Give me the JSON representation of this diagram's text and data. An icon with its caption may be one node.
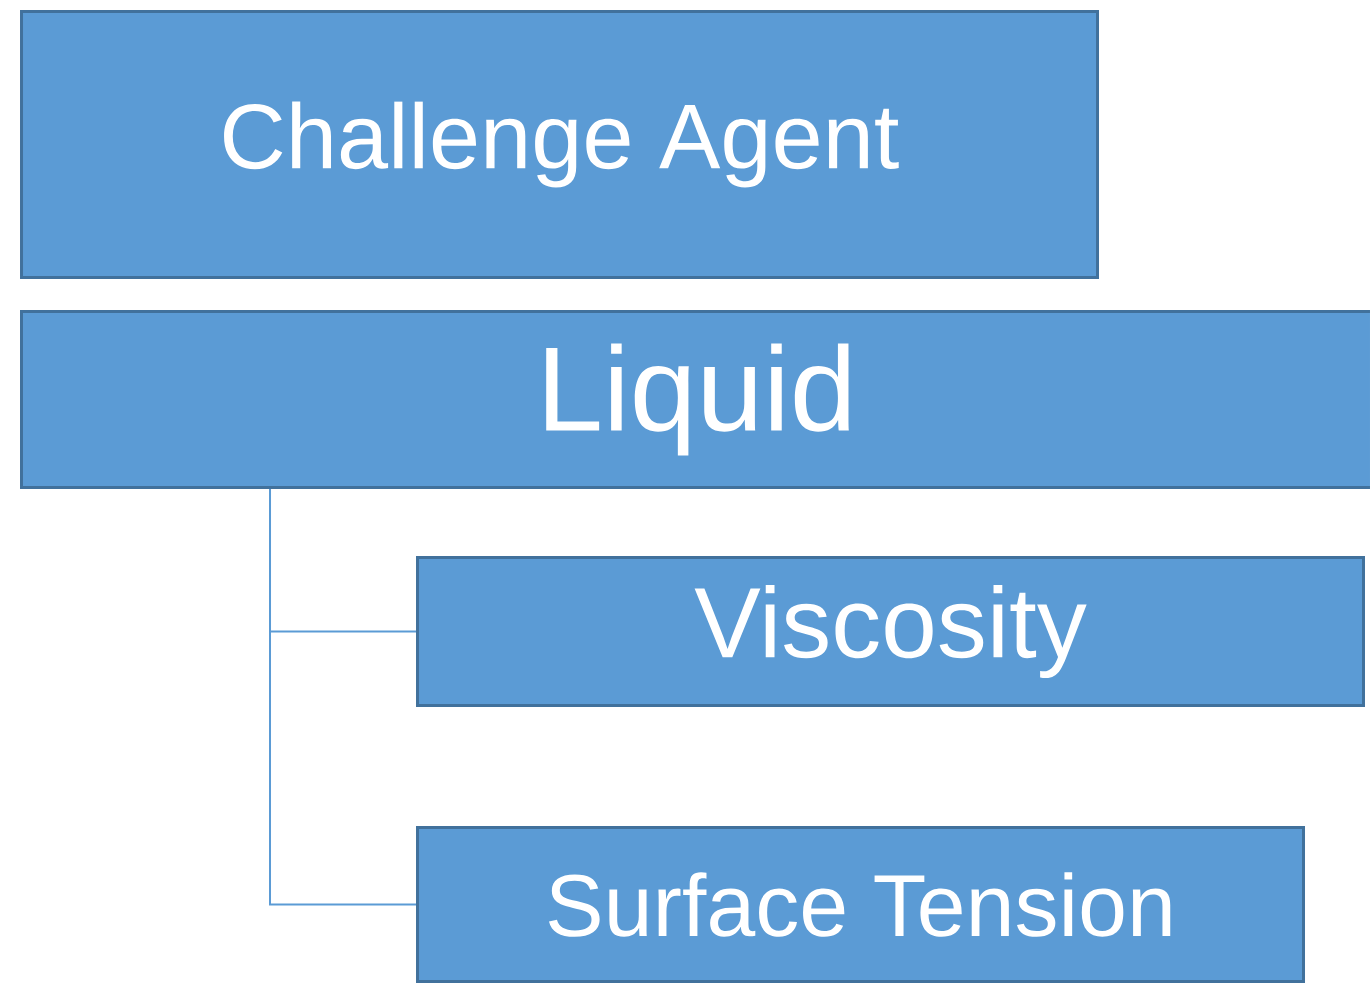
{
  "diagram": {
    "nodes": [
      {
        "text": [
          "Challenge Agent"
        ]
      },
      {
        "text": [
          "Liquid"
        ]
      },
      {
        "text": [
          "Viscosity"
        ]
      },
      {
        "text": [
          "Surface Tension"
        ]
      }
    ],
    "edges": [
      {
        "from": 1,
        "to": 2,
        "arrow": "none"
      },
      {
        "from": 1,
        "to": 3,
        "arrow": "none"
      }
    ]
  }
}
